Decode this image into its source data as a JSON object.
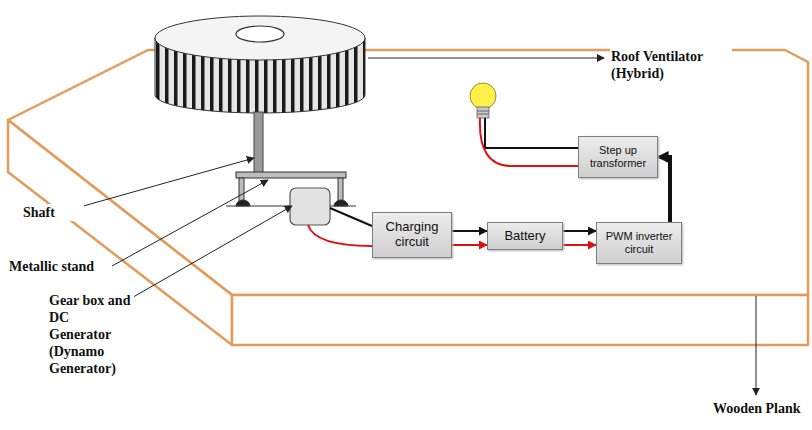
{
  "diagram": {
    "nodes": [
      {
        "text": [
          "Charging circuit"
        ]
      },
      {
        "text": [
          "Battery"
        ]
      },
      {
        "text": [
          "PWM inverter circuit"
        ]
      },
      {
        "text": [
          "Step up transformer"
        ]
      }
    ],
    "edges": [
      {
        "from": 0,
        "to": 1,
        "arrow": "to"
      },
      {
        "from": 0,
        "to": 1,
        "arrow": "to"
      },
      {
        "from": 1,
        "to": 2,
        "arrow": "to"
      },
      {
        "from": 1,
        "to": 2,
        "arrow": "to"
      },
      {
        "from": 2,
        "to": 3,
        "arrow": "to"
      }
    ],
    "labels": [
      "Roof Ventilator (Hybrid)",
      "Shaft",
      "Metallic stand",
      "Gear box and DC Generator (Dynamo Generator)",
      "Wooden Plank"
    ]
  }
}
